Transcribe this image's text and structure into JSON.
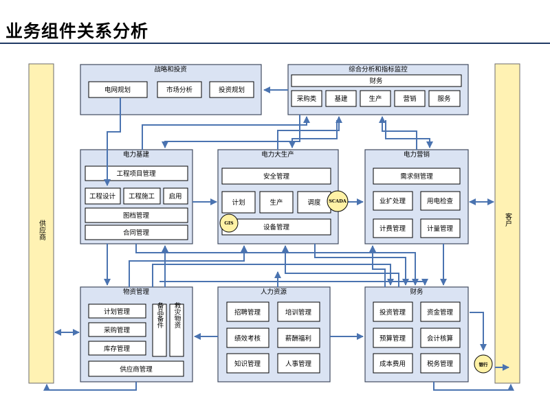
{
  "page": {
    "title": "业务组件关系分析"
  },
  "sides": {
    "supplier": "供应商",
    "customer": "客户"
  },
  "groups": {
    "strategy": "战略和投资",
    "monitor": "综合分析和指标监控",
    "construction": "电力基建",
    "production": "电力大生产",
    "marketing": "电力营销",
    "materials": "物资管理",
    "hr": "人力资源",
    "finance": "财务"
  },
  "boxes": {
    "grid_planning": "电网规划",
    "market_analysis": "市场分析",
    "investment_planning": "投资规划",
    "monitor_finance": "财务",
    "procurement_category": "采购类",
    "construction_short": "基建",
    "production_short": "生产",
    "marketing_short": "营销",
    "service": "服务",
    "project_management": "工程项目管理",
    "engineering_design": "工程设计",
    "engineering_construction": "工程施工",
    "commissioning": "启用",
    "archive_management": "图档管理",
    "contract_management": "合同管理",
    "safety_management": "安全管理",
    "plan": "计划",
    "production_item": "生产",
    "dispatch": "调度",
    "equipment_management": "设备管理",
    "demand_side_management": "需求侧管理",
    "business_expansion": "业扩处理",
    "power_inspection": "用电检查",
    "billing_management": "计费管理",
    "metering_management": "计量管理",
    "plan_management": "计划管理",
    "purchase_management": "采购管理",
    "inventory_management": "库存管理",
    "spare_parts": "备品备件",
    "relief_materials": "救灾物资",
    "supplier_management": "供应商管理",
    "recruitment_management": "招聘管理",
    "training_management": "培训管理",
    "performance_appraisal": "绩效考核",
    "compensation_welfare": "薪酬福利",
    "knowledge_management": "知识管理",
    "personnel_management": "人事管理",
    "investment_management": "投资管理",
    "fund_management": "资金管理",
    "budget_management": "预算管理",
    "accounting": "会计核算",
    "cost_expense": "成本费用",
    "tax_management": "税务管理"
  },
  "badges": {
    "scada": "SCADA",
    "gis": "GIS",
    "bank": "银行"
  }
}
